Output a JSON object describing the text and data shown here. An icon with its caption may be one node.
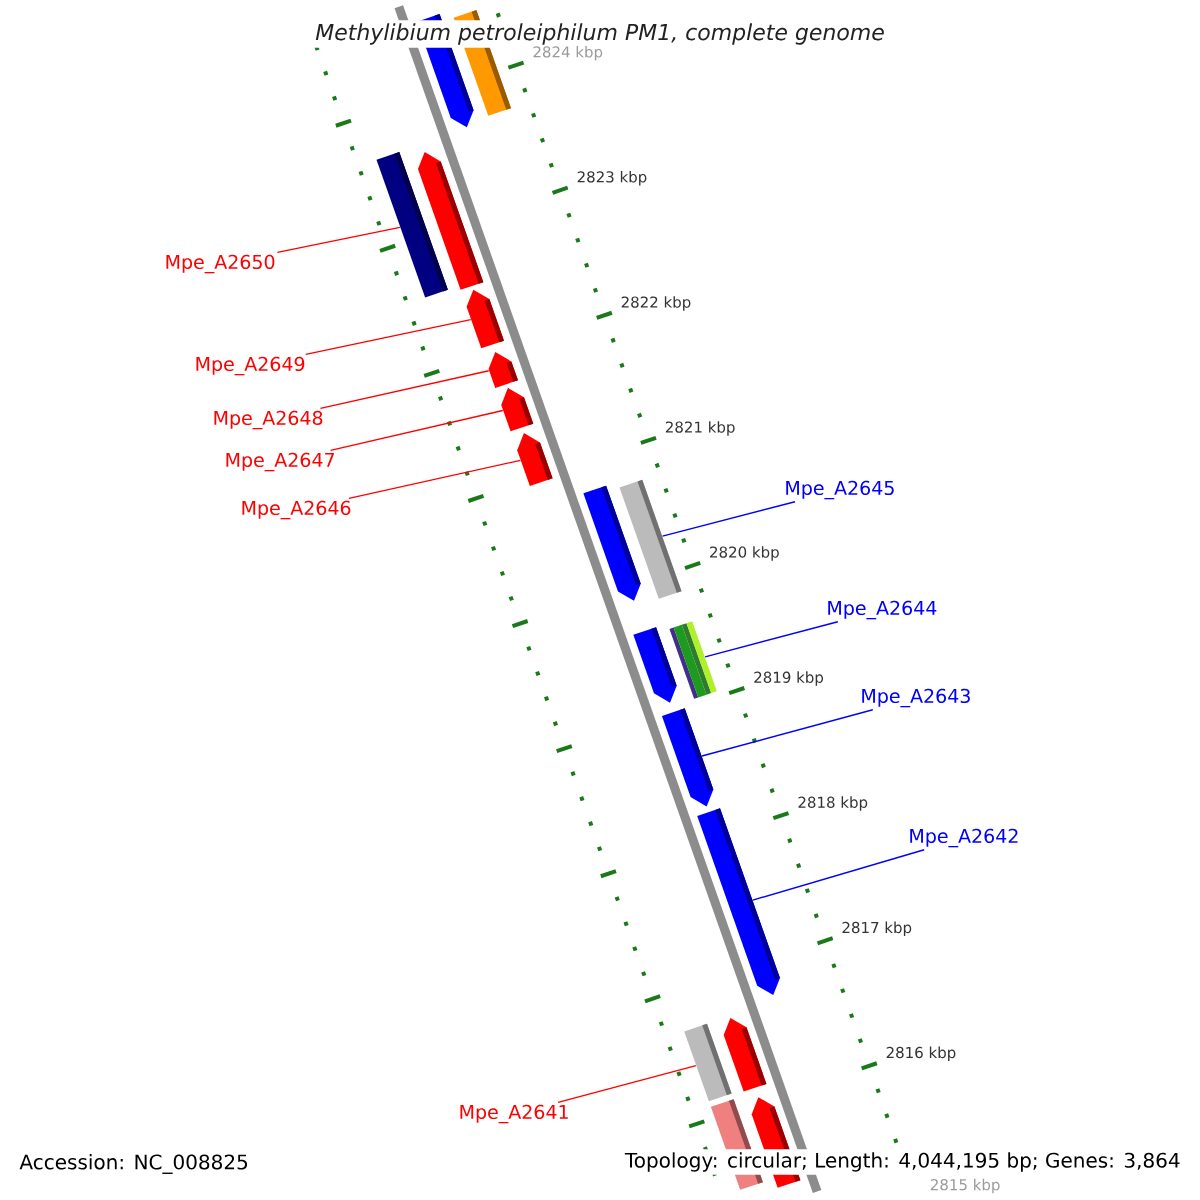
{
  "diagram": {
    "title": "Methylibium petroleiphilum PM1, complete genome",
    "nodes": [
      {
        "text": [
          "Mpe_A2650"
        ]
      },
      {
        "text": [
          "Mpe_A2649"
        ]
      },
      {
        "text": [
          "Mpe_A2648"
        ]
      },
      {
        "text": [
          "Mpe_A2647"
        ]
      },
      {
        "text": [
          "Mpe_A2646"
        ]
      },
      {
        "text": [
          "Mpe_A2645"
        ]
      },
      {
        "text": [
          "Mpe_A2644"
        ]
      },
      {
        "text": [
          "Mpe_A2643"
        ]
      },
      {
        "text": [
          "Mpe_A2642"
        ]
      },
      {
        "text": [
          "Mpe_A2641"
        ]
      },
      {
        "text": [],
        "shape": "pentagon"
      },
      {
        "text": [],
        "shape": "bar"
      },
      {
        "text": [],
        "shape": "bar"
      },
      {
        "text": [],
        "shape": "pentagon"
      },
      {
        "text": [],
        "shape": "pentagon"
      },
      {
        "text": [],
        "shape": "pentagon"
      },
      {
        "text": [],
        "shape": "pentagon"
      },
      {
        "text": [],
        "shape": "pentagon"
      },
      {
        "text": [],
        "shape": "pentagon"
      },
      {
        "text": [],
        "shape": "bar"
      },
      {
        "text": [],
        "shape": "pentagon"
      },
      {
        "text": [],
        "shape": "bar"
      },
      {
        "text": [],
        "shape": "pentagon"
      },
      {
        "text": [],
        "shape": "pentagon"
      },
      {
        "text": [],
        "shape": "bar"
      },
      {
        "text": [],
        "shape": "pentagon"
      },
      {
        "text": [],
        "shape": "bar"
      },
      {
        "text": [],
        "shape": "pentagon"
      }
    ],
    "edges": [
      {
        "from": 0,
        "to": 12,
        "arrow": "none"
      },
      {
        "from": 1,
        "to": 14,
        "arrow": "none"
      },
      {
        "from": 2,
        "to": 15,
        "arrow": "none"
      },
      {
        "from": 3,
        "to": 16,
        "arrow": "none"
      },
      {
        "from": 4,
        "to": 17,
        "arrow": "none"
      },
      {
        "from": 5,
        "to": 19,
        "arrow": "none",
        "color": "#0000ff"
      },
      {
        "from": 6,
        "to": 21,
        "arrow": "none",
        "color": "#0000ff"
      },
      {
        "from": 7,
        "to": 22,
        "arrow": "none",
        "color": "#0000ff"
      },
      {
        "from": 8,
        "to": 23,
        "arrow": "none",
        "color": "#0000ff"
      },
      {
        "from": 9,
        "to": 24,
        "arrow": "none"
      }
    ],
    "labels": [
      "2824 kbp",
      "2823 kbp",
      "2822 kbp",
      "2821 kbp",
      "2820 kbp",
      "2819 kbp",
      "2818 kbp",
      "2817 kbp",
      "2816 kbp",
      "2815 kbp",
      "Accession: NC_008825",
      "Topology: circular; Length: 4,044,195 bp; Genes: 3,864"
    ]
  }
}
